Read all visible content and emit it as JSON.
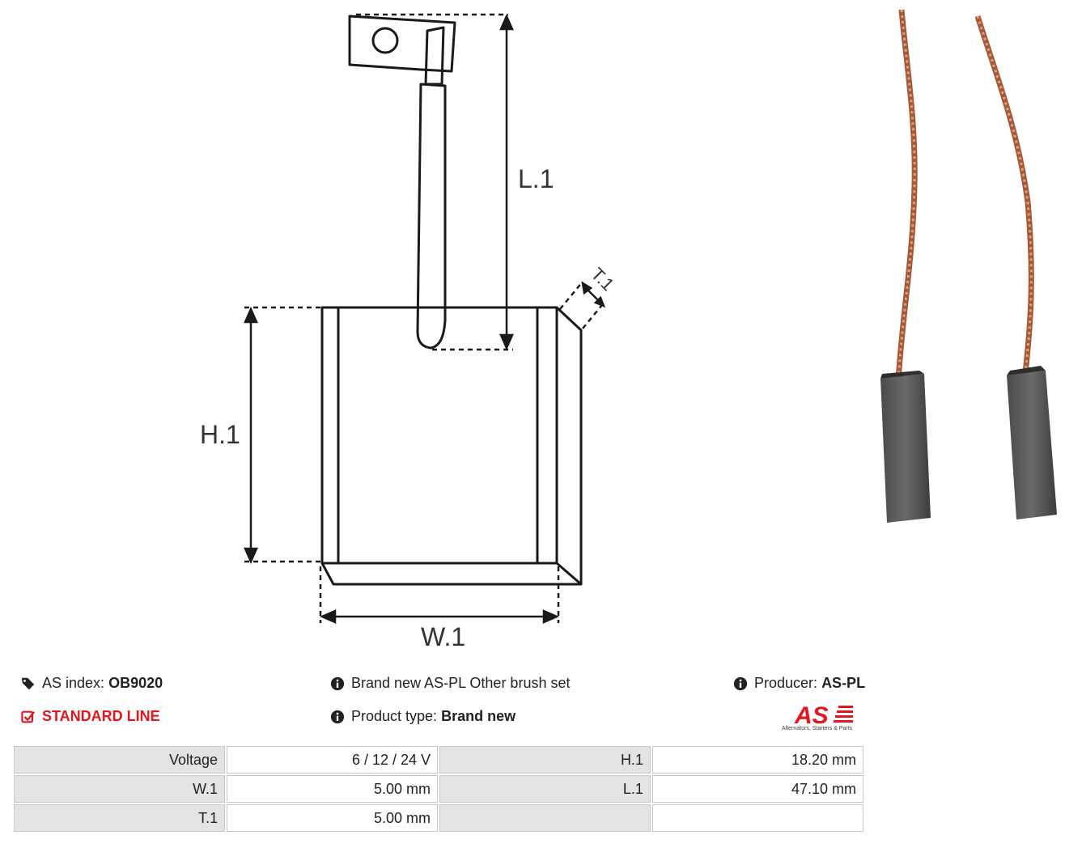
{
  "diagram": {
    "labels": {
      "l1": "L.1",
      "h1": "H.1",
      "w1": "W.1",
      "t1": "T.1"
    }
  },
  "info": {
    "as_index_label": "AS index:",
    "as_index_value": "OB9020",
    "line_label": "STANDARD LINE",
    "brand_text": "Brand new AS-PL Other brush set",
    "product_type_label": "Product type:",
    "product_type_value": "Brand new",
    "producer_label": "Producer:",
    "producer_value": "AS-PL"
  },
  "logo": {
    "mark": "AS",
    "tagline": "Alternators, Starters & Parts",
    "color": "#e3161b"
  },
  "params": {
    "rows": [
      {
        "k1": "Voltage",
        "v1": "6 / 12 / 24 V",
        "k2": "H.1",
        "v2": "18.20 mm"
      },
      {
        "k1": "W.1",
        "v1": "5.00 mm",
        "k2": "L.1",
        "v2": "47.10 mm"
      },
      {
        "k1": "T.1",
        "v1": "5.00 mm",
        "k2": "",
        "v2": ""
      }
    ]
  },
  "icons": {
    "tag": "tag-icon",
    "check": "check-square-icon",
    "info": "info-circle-icon"
  }
}
